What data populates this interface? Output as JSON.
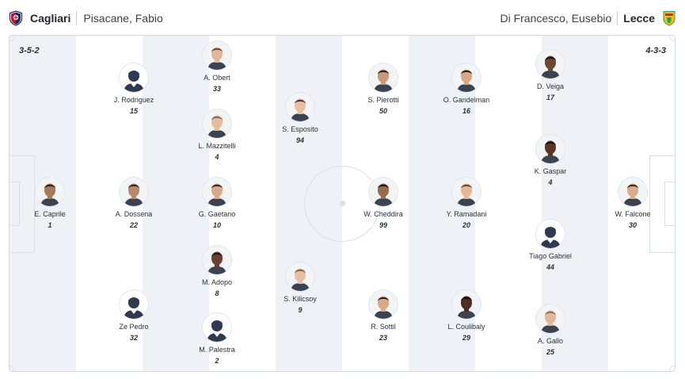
{
  "home": {
    "team": "Cagliari",
    "coach": "Pisacane, Fabio",
    "formation": "3-5-2",
    "players": [
      {
        "name": "E. Caprile",
        "number": "1",
        "skin": "#a8795a",
        "hair": "#2a1f1a"
      },
      {
        "name": "J. Rodriguez",
        "number": "15",
        "skin": null
      },
      {
        "name": "A. Dossena",
        "number": "22",
        "skin": "#b98a6a",
        "hair": "#3a2a20"
      },
      {
        "name": "Ze Pedro",
        "number": "32",
        "skin": null
      },
      {
        "name": "A. Obert",
        "number": "33",
        "skin": "#e2b79a",
        "hair": "#6b4a30"
      },
      {
        "name": "L. Mazzitelli",
        "number": "4",
        "skin": "#e4bb9e",
        "hair": "#8a6a4a"
      },
      {
        "name": "G. Gaetano",
        "number": "10",
        "skin": "#d8a988",
        "hair": "#3a2a22"
      },
      {
        "name": "M. Adopo",
        "number": "8",
        "skin": "#6a4030",
        "hair": "#2a1612"
      },
      {
        "name": "M. Palestra",
        "number": "2",
        "skin": null
      },
      {
        "name": "S. Esposito",
        "number": "94",
        "skin": "#e6bea0",
        "hair": "#5a3a28"
      },
      {
        "name": "S. Kilicsoy",
        "number": "9",
        "skin": "#e6c0a4",
        "hair": "#8a6444"
      }
    ]
  },
  "away": {
    "team": "Lecce",
    "coach": "Di Francesco, Eusebio",
    "formation": "4-3-3",
    "players": [
      {
        "name": "W. Falcone",
        "number": "30",
        "skin": "#d9ab8c",
        "hair": "#3a2a22"
      },
      {
        "name": "D. Veiga",
        "number": "17",
        "skin": "#6e4634",
        "hair": "#1e1410"
      },
      {
        "name": "K. Gaspar",
        "number": "4",
        "skin": "#5a3426",
        "hair": "#1a100c"
      },
      {
        "name": "Tiago Gabriel",
        "number": "44",
        "skin": null
      },
      {
        "name": "A. Gallo",
        "number": "25",
        "skin": "#e0b898",
        "hair": "#9a7048"
      },
      {
        "name": "O. Gandelman",
        "number": "16",
        "skin": "#d6a886",
        "hair": "#2a1e18"
      },
      {
        "name": "Y. Ramadani",
        "number": "20",
        "skin": "#e4b898",
        "hair": "#6a4a30"
      },
      {
        "name": "L. Coulibaly",
        "number": "29",
        "skin": "#4e2e22",
        "hair": "#160e0a"
      },
      {
        "name": "S. Pierotti",
        "number": "50",
        "skin": "#c8987a",
        "hair": "#2a1e18"
      },
      {
        "name": "W. Cheddira",
        "number": "99",
        "skin": "#9a6a4e",
        "hair": "#1e1612"
      },
      {
        "name": "R. Sottil",
        "number": "23",
        "skin": "#d8aa8a",
        "hair": "#2e2018"
      }
    ]
  },
  "colors": {
    "pitch_dark": "#eef1f6",
    "pitch_light": "#ffffff",
    "text": "#22262d",
    "cagliari_red": "#c8102e",
    "cagliari_blue": "#1d2a5c",
    "lecce_yellow": "#f2c200",
    "lecce_red": "#d61f26"
  }
}
